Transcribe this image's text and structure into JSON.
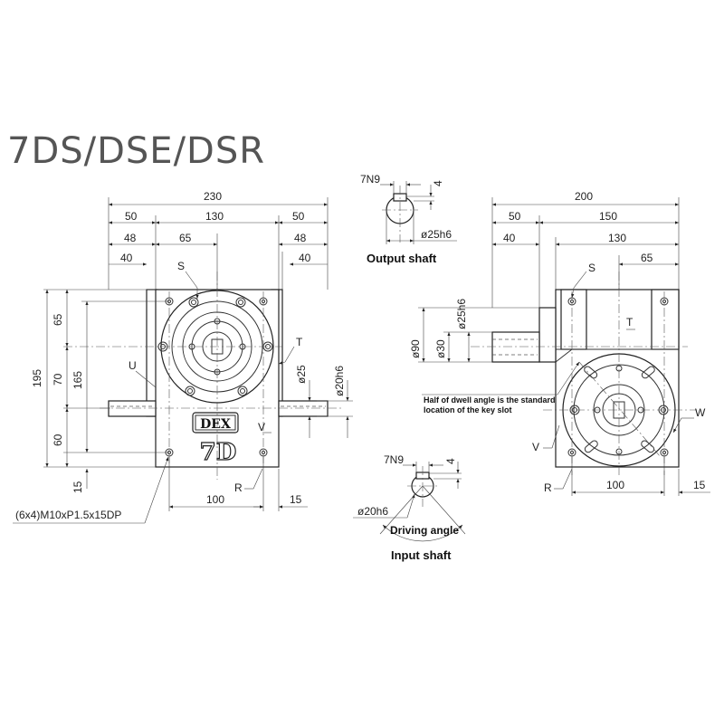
{
  "title": "7DS/DSE/DSR",
  "front_view": {
    "dims_top": [
      "230",
      "50",
      "130",
      "50",
      "48",
      "65",
      "48",
      "40",
      "40"
    ],
    "dims_left": [
      "195",
      "65",
      "70",
      "165",
      "60",
      "15"
    ],
    "dims_right": [
      "ø25",
      "ø20h6"
    ],
    "dims_bottom": [
      "100",
      "15"
    ],
    "labels": {
      "s": "S",
      "t": "T",
      "u": "U",
      "v": "V",
      "r": "R"
    },
    "hole_note": "(6x4)M10xP1.5x15DP",
    "logo_text": "DEX",
    "model_text": "7D"
  },
  "output_shaft": {
    "key": "7N9",
    "depth": "4",
    "dia": "ø25h6",
    "caption": "Output shaft"
  },
  "side_view": {
    "dims_top": [
      "200",
      "50",
      "150",
      "40",
      "130",
      "65"
    ],
    "dims_left": [
      "ø25h6",
      "ø90",
      "ø30"
    ],
    "dims_bottom": [
      "100",
      "15"
    ],
    "labels": {
      "s": "S",
      "t": "T",
      "v": "V",
      "r": "R",
      "w": "W"
    },
    "note_line1": "Half of dwell angle is the standard",
    "note_line2": "location of the key slot"
  },
  "input_shaft": {
    "key": "7N9",
    "depth": "4",
    "dia": "ø20h6",
    "angle_label": "Driving angle",
    "caption": "Input shaft"
  }
}
